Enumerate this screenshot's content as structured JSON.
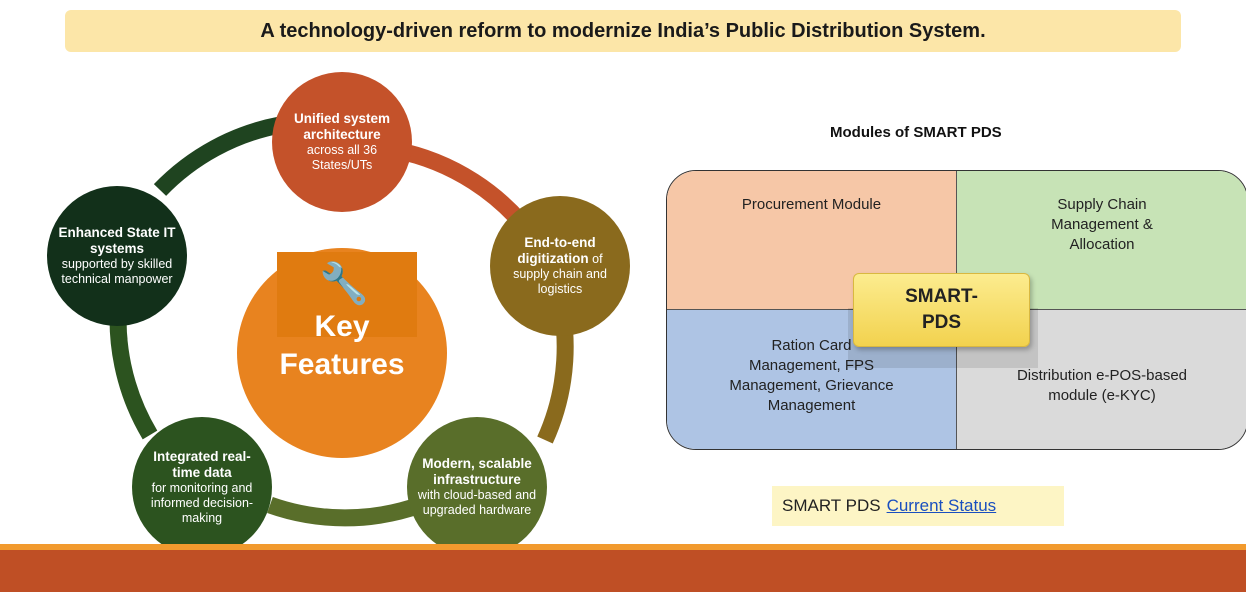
{
  "banner": "A technology-driven reform to modernize India’s Public Distribution System.",
  "center": {
    "line1": "Key",
    "line2": "Features",
    "icon": "wrench-icon"
  },
  "features": [
    {
      "bold": "Unified system architecture",
      "rest": "across all 36 States/UTs",
      "color": "#c4522a"
    },
    {
      "bold": "End-to-end digitization",
      "inline": " of",
      "rest": "supply chain and logistics",
      "color": "#8a6a1d"
    },
    {
      "bold": "Modern, scalable infrastructure",
      "rest": "with cloud-based and upgraded hardware",
      "color": "#596e2a"
    },
    {
      "bold": "Integrated real-time data",
      "rest": "for monitoring and informed decision-making",
      "color": "#2c531f"
    },
    {
      "bold": "Enhanced State IT systems",
      "rest": "supported by skilled technical manpower",
      "color": "#12301a"
    }
  ],
  "modules": {
    "title": "Modules of SMART PDS",
    "procurement": "Procurement Module",
    "supply_chain": "Supply Chain Management & Allocation",
    "ration_card": "Ration Card Management, FPS Management, Grievance Management",
    "distribution": "Distribution e-POS-based module (e-KYC)",
    "center_line1": "SMART-",
    "center_line2": "PDS"
  },
  "status": {
    "prefix": "SMART PDS",
    "link": "Current Status"
  },
  "colors": {
    "banner_bg": "#fce6a8",
    "accent_orange": "#e8831f",
    "footer": "#bf4f25"
  }
}
